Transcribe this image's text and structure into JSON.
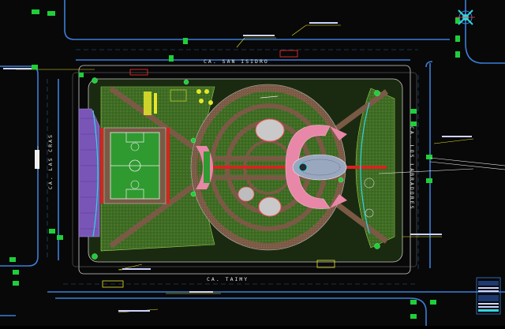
{
  "streets": {
    "north": "CA. SAN ISIDRO",
    "south": "CA. TAIMY",
    "west": "CA. LAS CRAS",
    "east": "CA. LOS LABRADORES"
  },
  "colors": {
    "background": "#080808",
    "curb": "#3b7fd9",
    "grass": "#3e6b24",
    "path": "#7a5a45",
    "plaza_pink": "#e887a8",
    "hardscape_red": "#d8231f",
    "court_green": "#2f9a2f",
    "ramp_purple": "#7a55b8",
    "leader_yellow": "#e6e62a",
    "cyan": "#32d4e0",
    "tree_green": "#1fcf3a"
  },
  "icons": [
    "north-arrow-icon",
    "car-icon",
    "tree-symbol-icon"
  ]
}
